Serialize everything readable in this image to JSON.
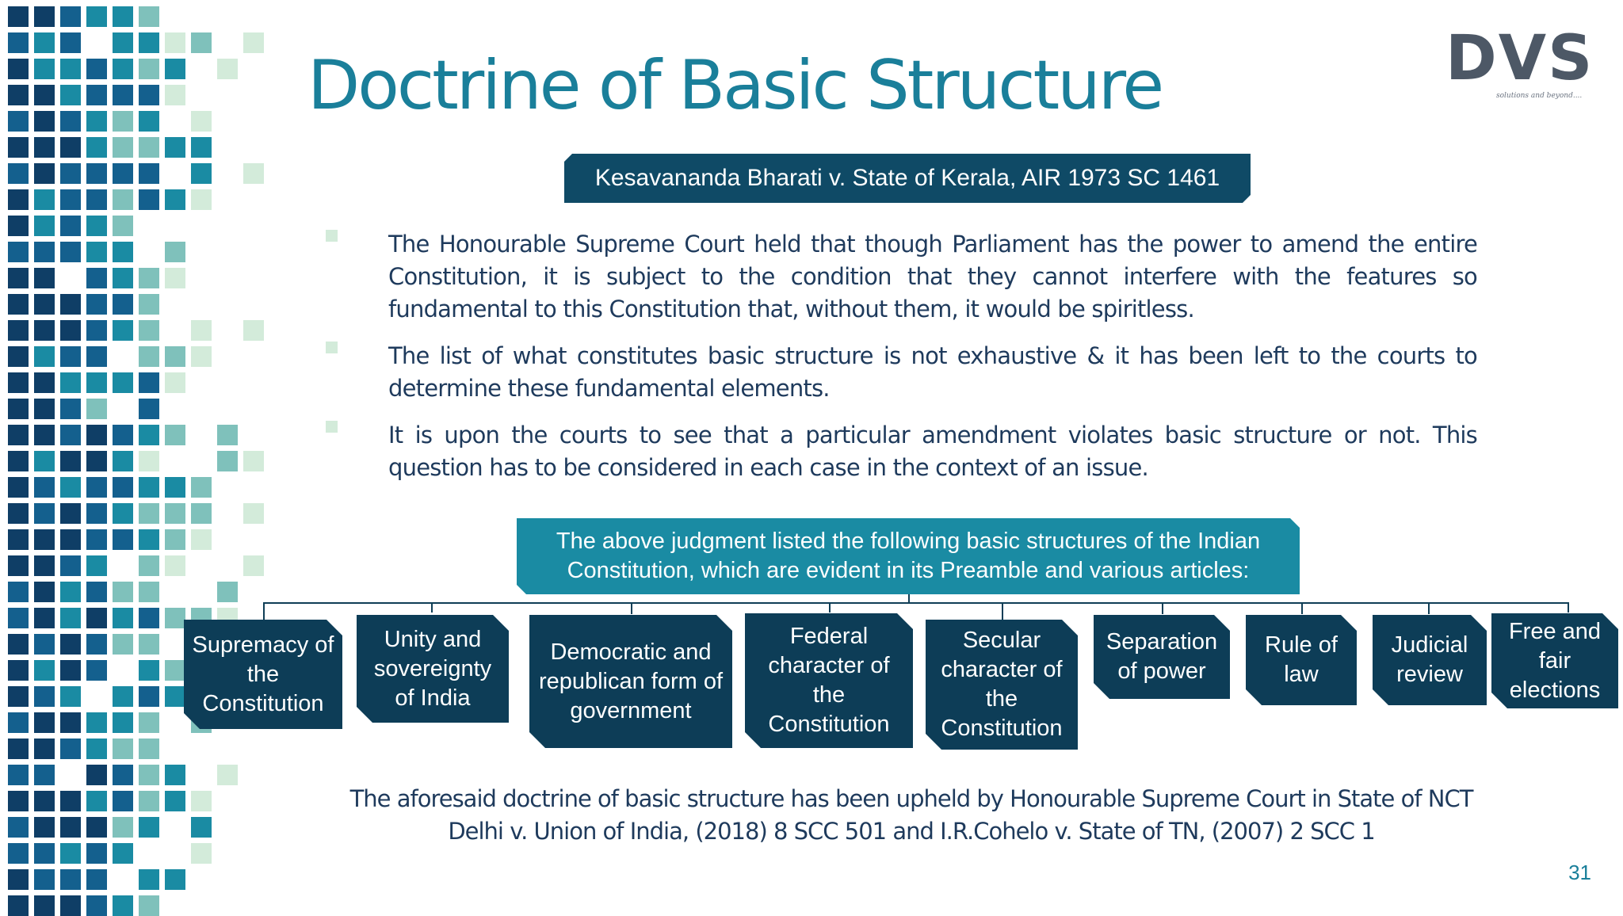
{
  "title": "Doctrine of Basic Structure",
  "logo": {
    "text": "DVS",
    "tagline": "solutions and beyond...."
  },
  "case_citation": "Kesavananda Bharati v. State of Kerala, AIR 1973 SC 1461",
  "bullets": [
    {
      "text": "The Honourable Supreme Court held that though Parliament has the power to amend the entire Constitution, it is subject to the condition that they cannot interfere with the features so fundamental to this Constitution that, without them, it would be spiritless."
    },
    {
      "text": "The list of what constitutes basic structure is not exhaustive & it has been left to the courts to determine these fundamental elements."
    },
    {
      "text": "It is upon the courts to see that a particular amendment violates basic structure or not. This question has to be considered in each case in the context of an issue."
    }
  ],
  "judgment_box": "The above judgment listed the following basic structures of the Indian Constitution, which are evident in its Preamble and various articles:",
  "structures": [
    {
      "label": "Supremacy of the Constitution"
    },
    {
      "label": "Unity and sovereignty of India"
    },
    {
      "label": "Democratic and republican form of government"
    },
    {
      "label": "Federal character of the Constitution"
    },
    {
      "label": "Secular character of the Constitution"
    },
    {
      "label": "Separation of power"
    },
    {
      "label": "Rule of law"
    },
    {
      "label": "Judicial review"
    },
    {
      "label": "Free and fair elections"
    }
  ],
  "footer": "The aforesaid doctrine of basic structure has been upheld by Honourable Supreme Court in State of NCT Delhi v. Union of India, (2018) 8 SCC 501 and I.R.Cohelo v. State of TN, (2007) 2 SCC 1",
  "page_number": "31",
  "colors": {
    "title": "#1a7f9a",
    "dark_navy": "#0d3d57",
    "teal": "#1a8ba3",
    "body_text": "#1e3a5c",
    "mosaic_palette": [
      "#0f3e66",
      "#14608e",
      "#1a8ba3",
      "#7fc1bb",
      "#d3ebda"
    ]
  }
}
